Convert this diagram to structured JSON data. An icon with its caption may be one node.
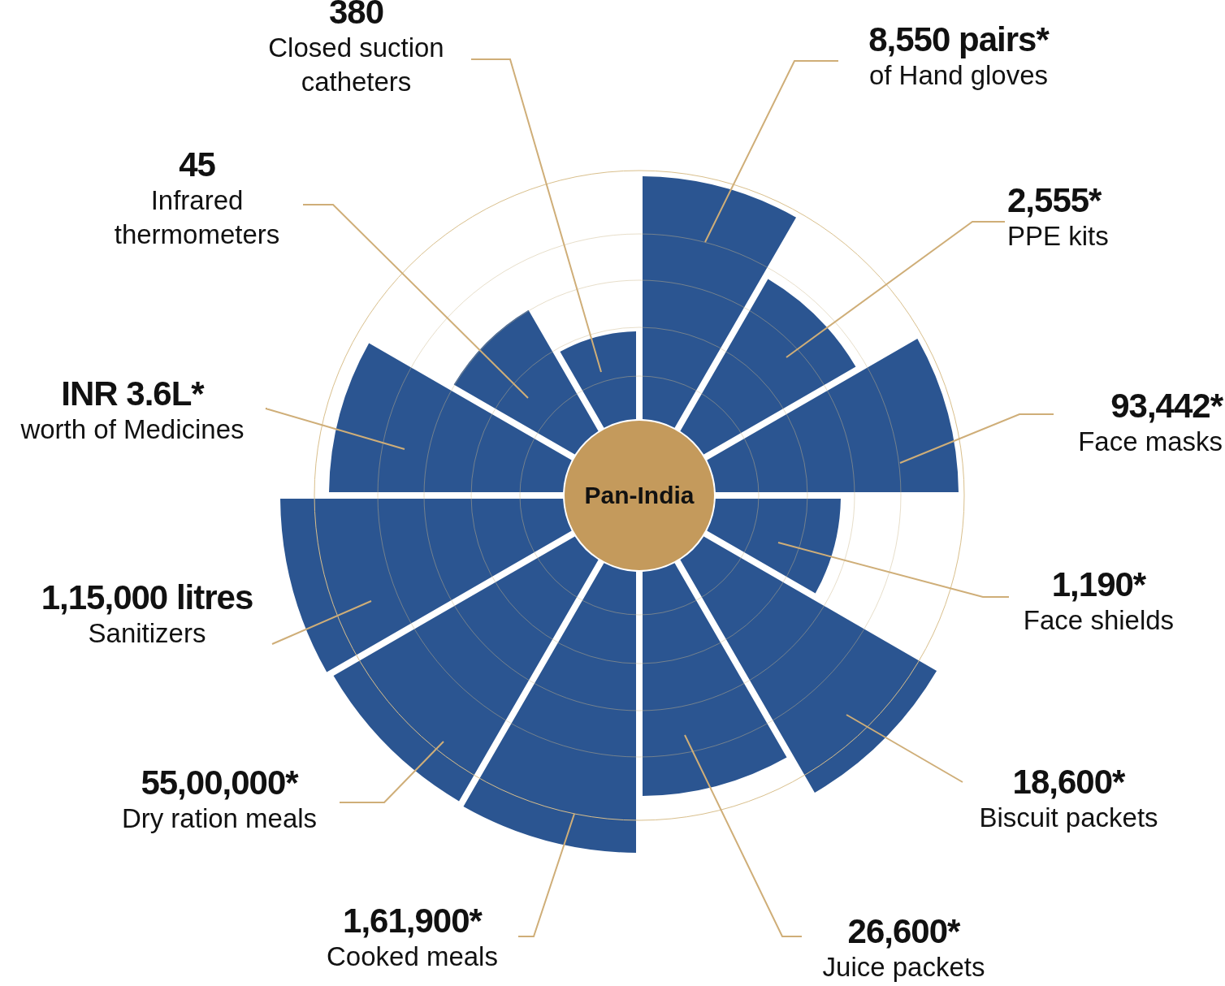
{
  "diagram": {
    "nodes": [
      {
        "text": [
          "Pan-India"
        ]
      },
      {
        "text": [
          "380",
          "Closed suction catheters"
        ]
      },
      {
        "text": [
          "8,550 pairs*",
          "of Hand gloves"
        ]
      },
      {
        "text": [
          "45",
          "Infrared thermometers"
        ]
      },
      {
        "text": [
          "2,555*",
          "PPE kits"
        ]
      },
      {
        "text": [
          "INR 3.6L*",
          "worth of Medicines"
        ]
      },
      {
        "text": [
          "93,442*",
          "Face masks"
        ]
      },
      {
        "text": [
          "1,190*",
          "Face shields"
        ]
      },
      {
        "text": [
          "1,15,000 litres",
          "Sanitizers"
        ]
      },
      {
        "text": [
          "55,00,000*",
          "Dry ration meals"
        ]
      },
      {
        "text": [
          "18,600*",
          "Biscuit packets"
        ]
      },
      {
        "text": [
          "1,61,900*",
          "Cooked meals"
        ]
      },
      {
        "text": [
          "26,600*",
          "Juice packets"
        ]
      },
      {
        "text": [],
        "shape": "wedge"
      },
      {
        "text": [],
        "shape": "wedge"
      },
      {
        "text": [],
        "shape": "wedge"
      },
      {
        "text": [],
        "shape": "wedge"
      },
      {
        "text": [],
        "shape": "wedge"
      },
      {
        "text": [],
        "shape": "wedge"
      },
      {
        "text": [],
        "shape": "wedge"
      },
      {
        "text": [],
        "shape": "wedge"
      },
      {
        "text": [],
        "shape": "wedge"
      },
      {
        "text": [],
        "shape": "wedge"
      },
      {
        "text": [],
        "shape": "wedge"
      },
      {
        "text": [],
        "shape": "wedge"
      }
    ],
    "edges": [
      {
        "from": 1,
        "to": 24,
        "arrow": "none"
      },
      {
        "from": 2,
        "to": 13,
        "arrow": "none"
      },
      {
        "from": 3,
        "to": 23,
        "arrow": "none"
      },
      {
        "from": 4,
        "to": 14,
        "arrow": "none"
      },
      {
        "from": 5,
        "to": 22,
        "arrow": "none"
      },
      {
        "from": 6,
        "to": 15,
        "arrow": "none"
      },
      {
        "from": 7,
        "to": 16,
        "arrow": "none"
      },
      {
        "from": 8,
        "to": 21,
        "arrow": "none"
      },
      {
        "from": 9,
        "to": 20,
        "arrow": "none"
      },
      {
        "from": 10,
        "to": 17,
        "arrow": "none"
      },
      {
        "from": 11,
        "to": 19,
        "arrow": "none"
      },
      {
        "from": 12,
        "to": 18,
        "arrow": "none"
      }
    ]
  }
}
